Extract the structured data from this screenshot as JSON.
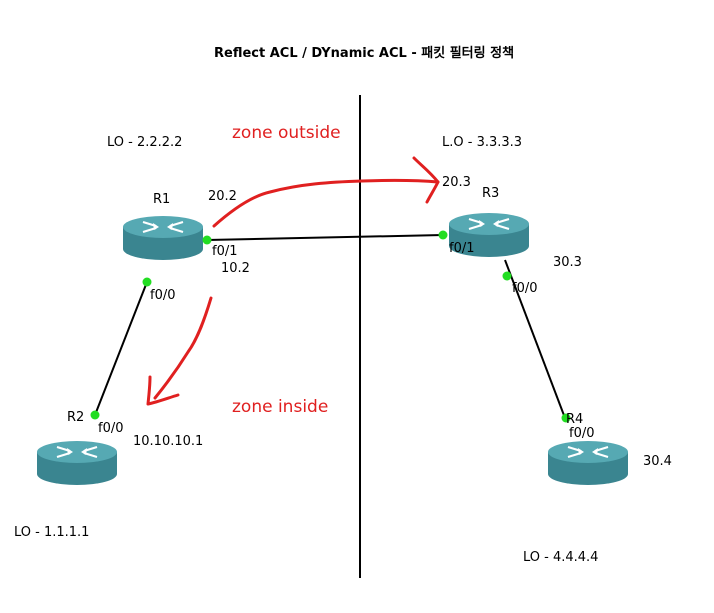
{
  "title": "Reflect ACL / DYnamic ACL - 패킷 필터링 정책",
  "colors": {
    "router_body": "#3f8c96",
    "router_top": "#4fa6b0",
    "link": "#000000",
    "port_dot": "#22dd22",
    "annotation": "#e02020"
  },
  "zones": {
    "outside": "zone outside",
    "inside": "zone inside"
  },
  "routers": {
    "r1": {
      "name": "R1",
      "loopback": "LO - 2.2.2.2"
    },
    "r2": {
      "name": "R2",
      "loopback": "LO - 1.1.1.1"
    },
    "r3": {
      "name": "R3",
      "loopback": "L.O - 3.3.3.3"
    },
    "r4": {
      "name": "R4",
      "loopback": "LO - 4.4.4.4"
    }
  },
  "links": {
    "r1_r3": {
      "r1_port": "f0/1",
      "r1_ip": "10.2",
      "r1_ip_top": "20.2",
      "r3_port": "f0/1",
      "r3_ip": "20.3"
    },
    "r1_r2": {
      "r1_port": "f0/0",
      "r2_port": "f0/0",
      "r2_ip": "10.10.10.1"
    },
    "r3_r4": {
      "r3_port": "f0/0",
      "r3_ip": "30.3",
      "r4_port": "f0/0",
      "r4_ip": "30.4"
    }
  }
}
